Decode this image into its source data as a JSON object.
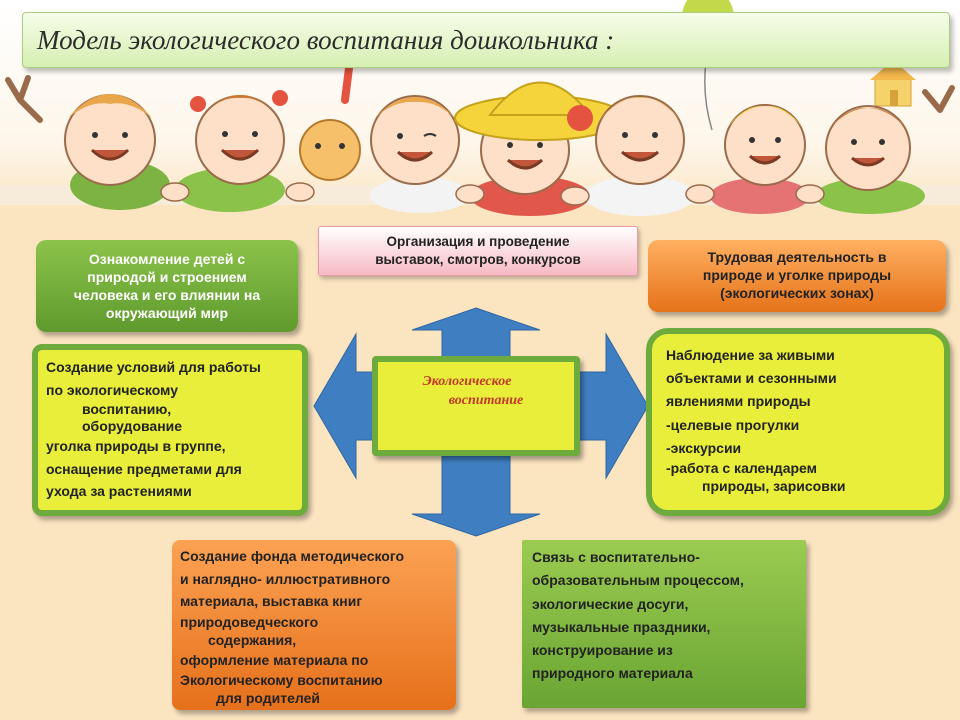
{
  "title": "Модель экологического воспитания дошкольника  :",
  "center": {
    "line1": "Экологическое",
    "line2": "воспитание"
  },
  "boxes": {
    "green_header": [
      "Ознакомление детей с",
      "природой и строением",
      "человека и его влиянии на",
      "окружающий мир"
    ],
    "pink_header": [
      "Организация и проведение",
      "выставок, смотров, конкурсов"
    ],
    "orange_header": [
      "Трудовая деятельность в",
      "природе и уголке природы",
      "(экологических зонах)"
    ],
    "yellow_left": [
      "Создание условий для работы",
      "по экологическому",
      "воспитанию,",
      "оборудование",
      "уголка природы в группе,",
      "оснащение предметами для",
      "ухода за растениями"
    ],
    "yellow_right": [
      "Наблюдение за живыми",
      "объектами и сезонными",
      "явлениями природы",
      "-целевые прогулки",
      "-экскурсии",
      "-работа с календарем",
      "природы, зарисовки"
    ],
    "orange_bottom": [
      "Создание фонда методического",
      "и наглядно- иллюстративного",
      "материала, выставка книг",
      "природоведческого",
      "содержания,",
      "оформление  материала по",
      "Экологическому воспитанию",
      "для родителей"
    ],
    "green_bottom": [
      "Связь с воспитательно-",
      "образовательным процессом,",
      "экологические досуги,",
      "музыкальные праздники,",
      "конструирование из",
      "природного материала"
    ]
  },
  "colors": {
    "green": "#6dab3c",
    "yellow": "#e9ee3a",
    "orange": "#e6701b",
    "arrow": "#3f7fc1",
    "center_text": "#c0392b"
  },
  "icons": [
    "children-illustration",
    "balloon-icon",
    "house-icon",
    "arrow-up",
    "arrow-down",
    "arrow-left",
    "arrow-right"
  ]
}
